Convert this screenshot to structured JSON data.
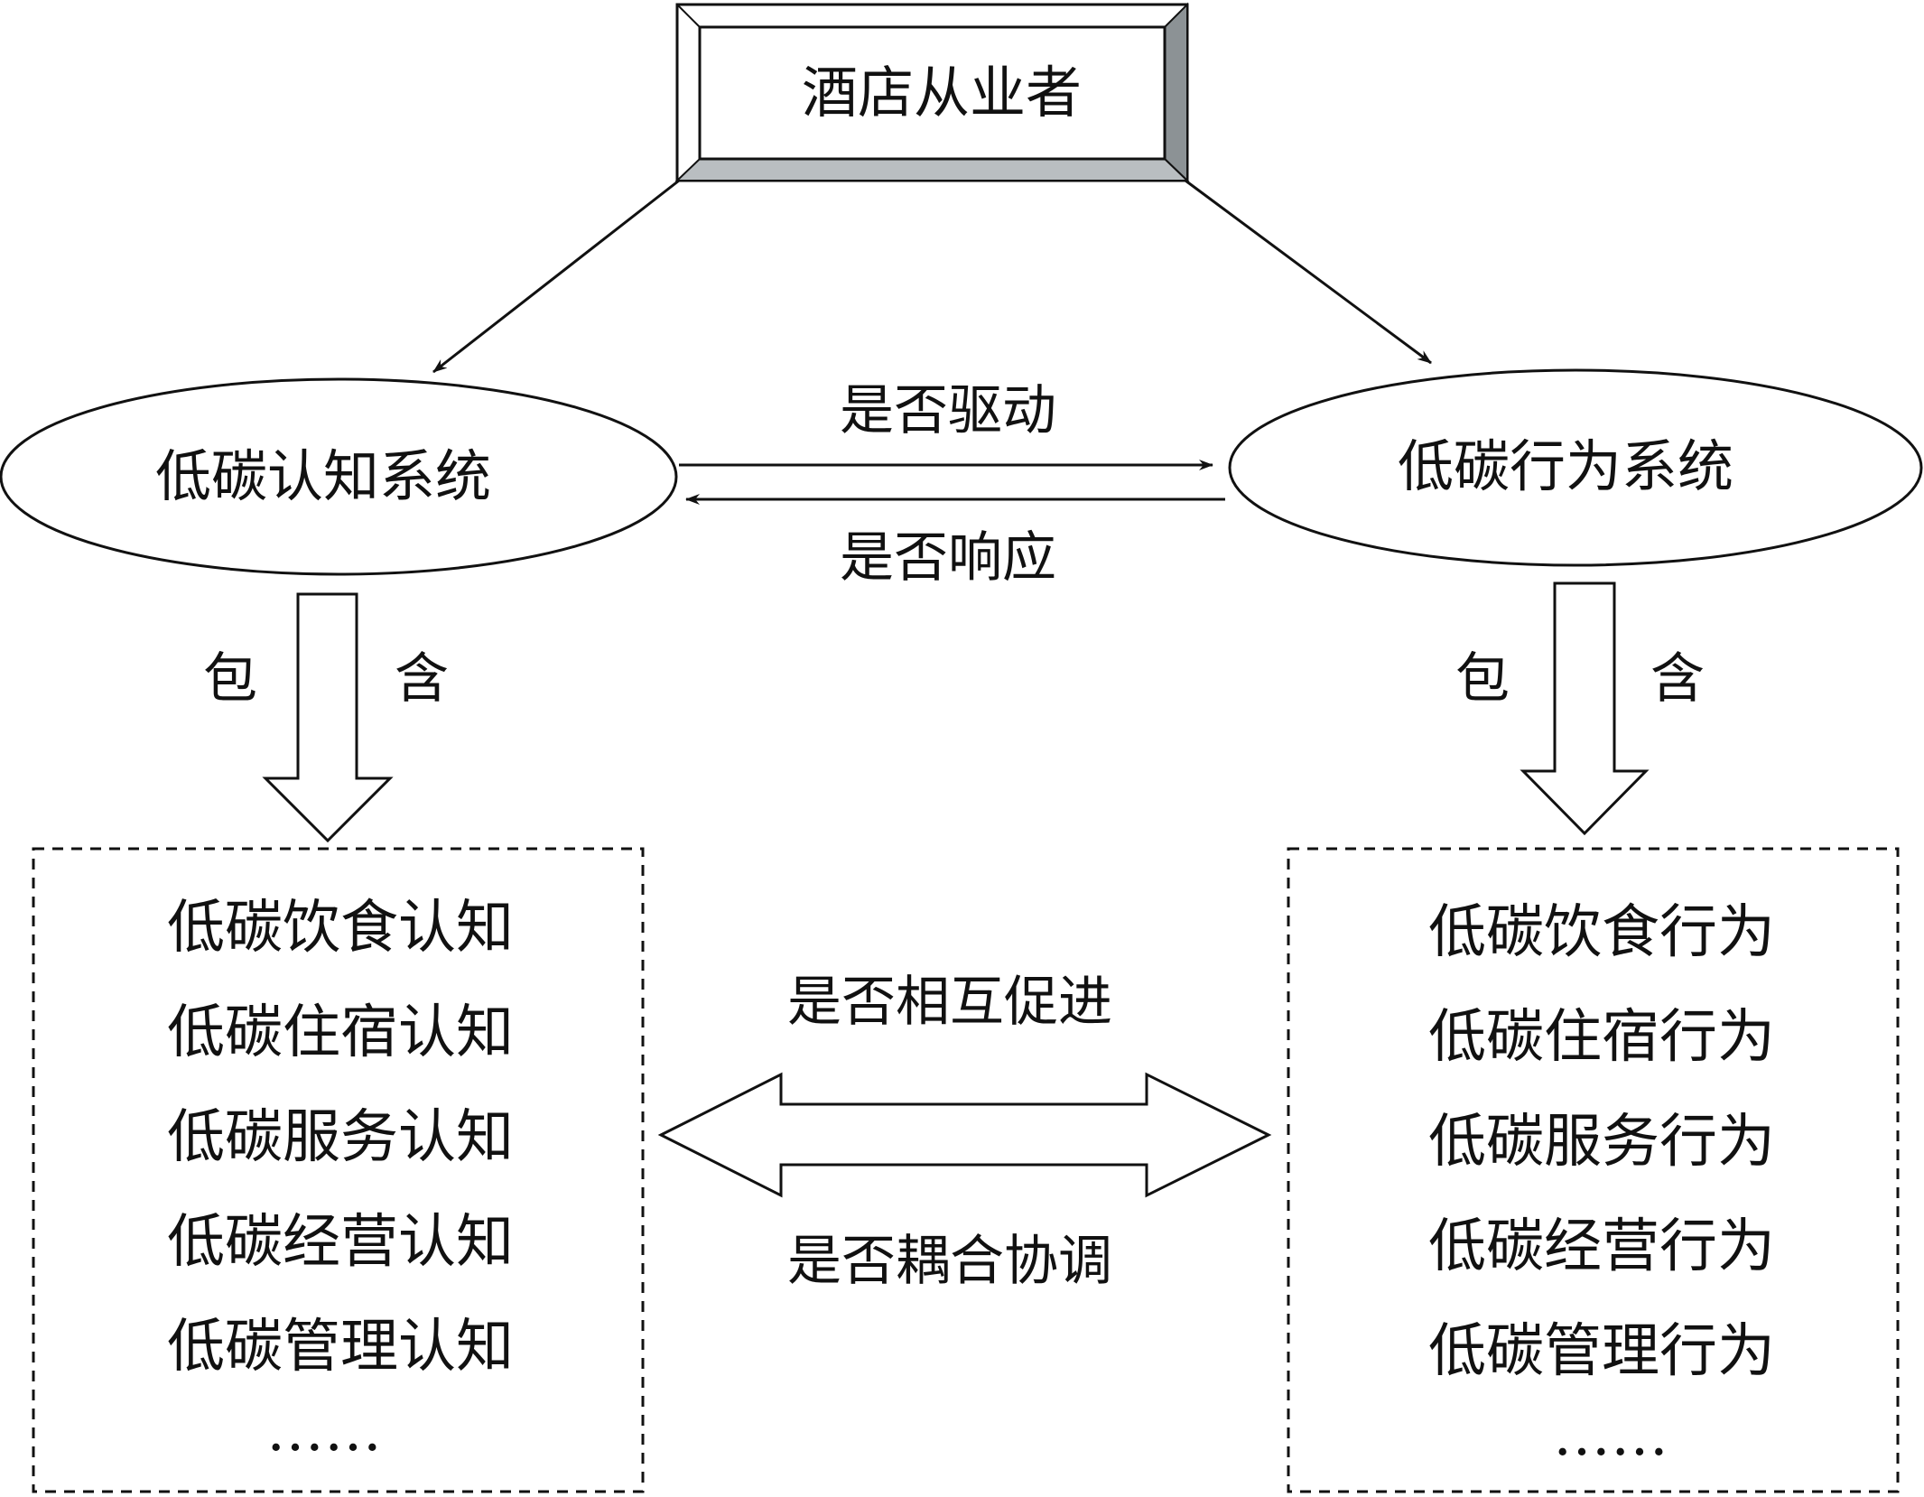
{
  "title": "酒店从业者",
  "left_system": "低碳认知系统",
  "right_system": "低碳行为系统",
  "arrow_drive": "是否驱动",
  "arrow_respond": "是否响应",
  "contain_left_a": "包",
  "contain_left_b": "含",
  "contain_right_a": "包",
  "contain_right_b": "含",
  "mutual_promote": "是否相互促进",
  "coupling": "是否耦合协调",
  "left_items": [
    "低碳饮食认知",
    "低碳住宿认知",
    "低碳服务认知",
    "低碳经营认知",
    "低碳管理认知",
    "……"
  ],
  "right_items": [
    "低碳饮食行为",
    "低碳住宿行为",
    "低碳服务行为",
    "低碳经营行为",
    "低碳管理行为",
    "……"
  ],
  "colors": {
    "line": "#111111",
    "bevel_dark": "#8c9295",
    "bevel_light": "#d9dcde"
  }
}
